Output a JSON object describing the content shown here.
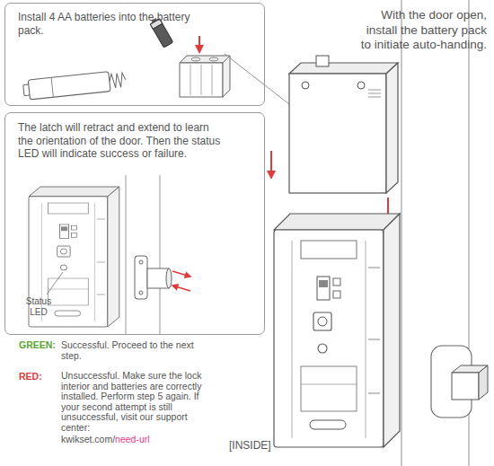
{
  "diagram": {
    "nodes": [
      {
        "text": [
          "Install 4 AA batteries into the battery pack."
        ]
      },
      {
        "text": [
          "The latch will retract and extend to learn the orientation of the door. Then the status LED will indicate success or failure."
        ]
      }
    ],
    "labels": [
      "With the door open, install the battery pack to initiate auto-handing.",
      "Status LED",
      "GREEN:",
      "Successful. Proceed to the next step.",
      "RED:",
      "Unsuccessful. Make sure the lock interior and batteries are correctly installed. Perform step 5 again. If your second attempt is still unsuccessful, visit our support center:",
      "kwikset.com/",
      "need-url",
      "[INSIDE]"
    ]
  }
}
